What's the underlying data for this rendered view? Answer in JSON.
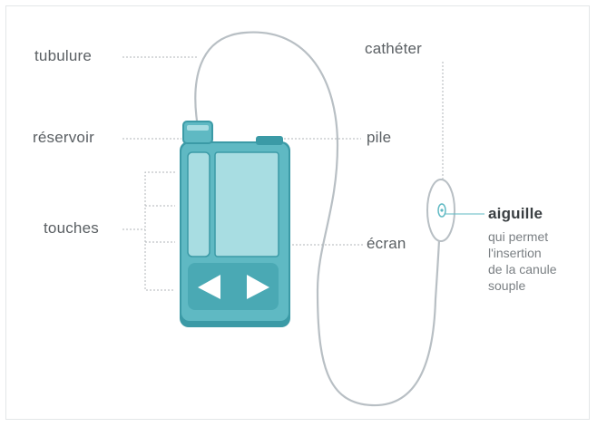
{
  "labels": {
    "tubulure": "tubulure",
    "reservoir": "réservoir",
    "touches": "touches",
    "catheter": "cathéter",
    "pile": "pile",
    "ecran": "écran",
    "aiguille": "aiguille",
    "aiguille_desc": [
      "qui permet",
      "l'insertion",
      "de la canule",
      "souple"
    ]
  },
  "colors": {
    "pump_body": "#5fb9c3",
    "pump_dark": "#3b9aa6",
    "pump_light": "#a8dde2",
    "tubing": "#b8bfc4",
    "leader": "#b0b5b8",
    "text": "#5a5f63"
  },
  "icons": [
    "left-arrow-icon",
    "right-arrow-icon"
  ]
}
